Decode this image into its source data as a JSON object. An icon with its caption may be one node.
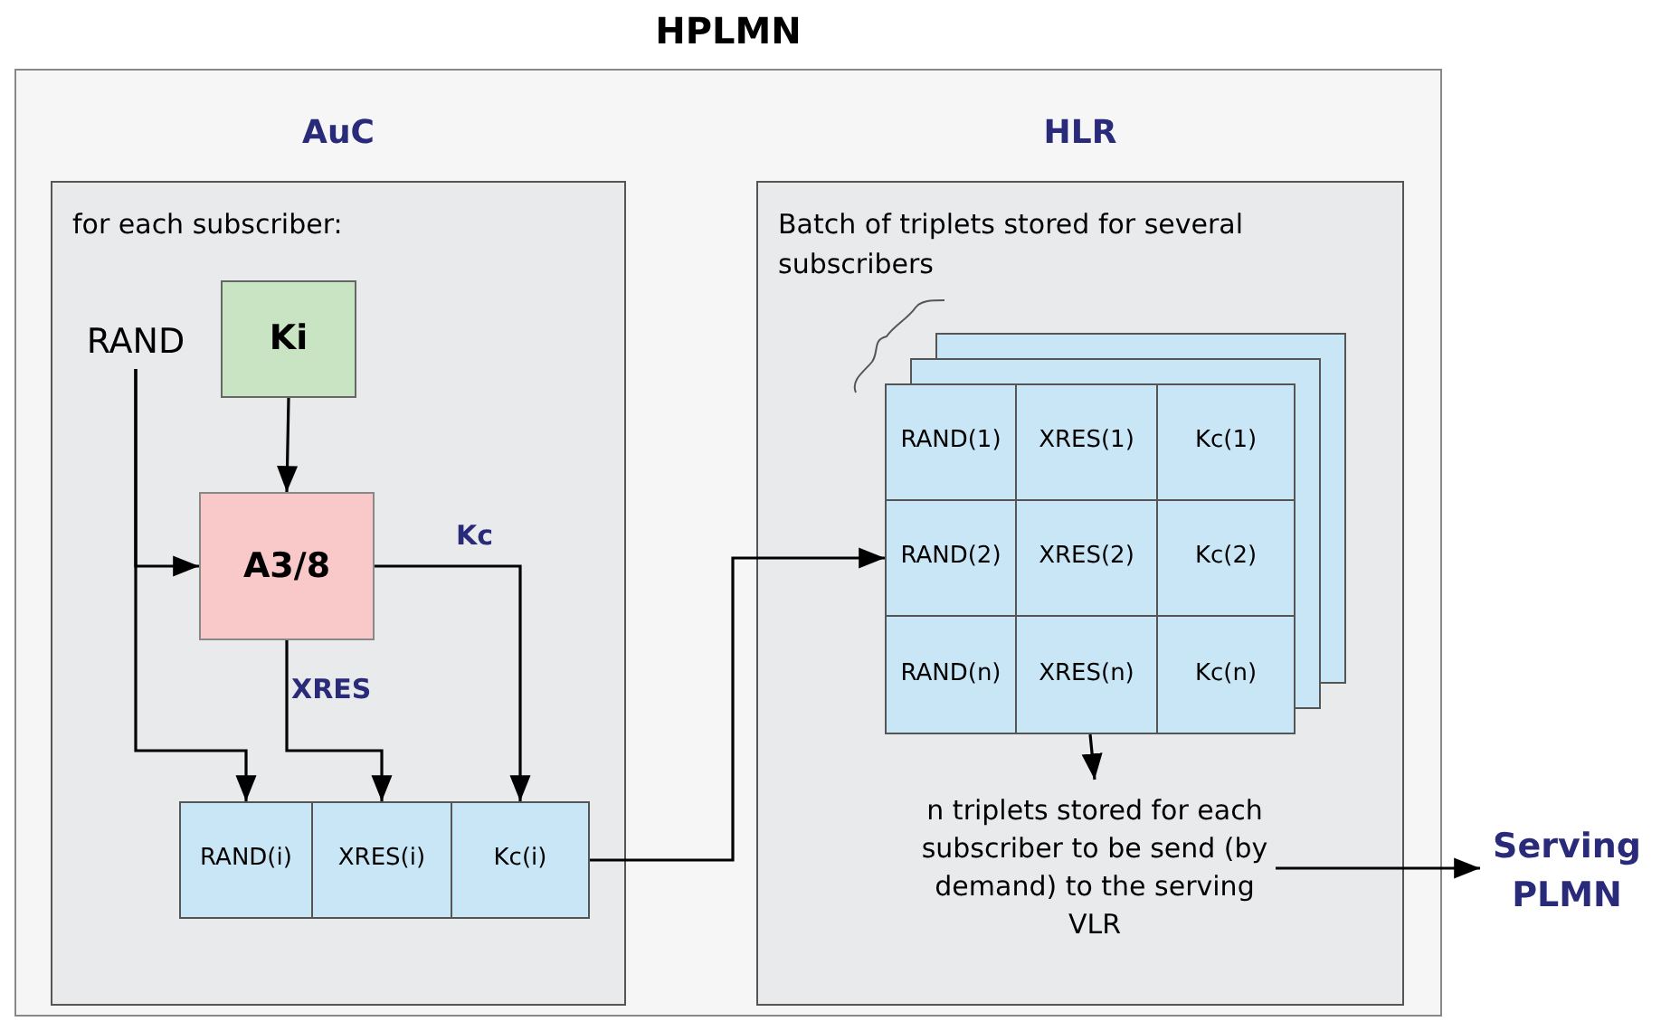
{
  "diagram": {
    "nodes": [
      {
        "text": [
          "HPLMN"
        ]
      },
      {
        "text": [
          "AuC",
          "for each subscriber:"
        ],
        "in": 0
      },
      {
        "text": [
          "Ki"
        ],
        "in": 1
      },
      {
        "text": [
          "RAND"
        ],
        "in": 1
      },
      {
        "text": [
          "A3/8"
        ],
        "in": 1
      },
      {
        "text": [
          "RAND(i)"
        ],
        "in": 1
      },
      {
        "text": [
          "XRES(i)"
        ],
        "in": 1
      },
      {
        "text": [
          "Kc(i)"
        ],
        "in": 1
      },
      {
        "text": [
          "HLR",
          "Batch of triplets stored for several subscribers"
        ],
        "in": 0
      },
      {
        "text": [],
        "shape": "box",
        "in": 8
      },
      {
        "text": [
          "RAND(1)"
        ],
        "in": 9
      },
      {
        "text": [
          "XRES(1)"
        ],
        "in": 9
      },
      {
        "text": [
          "Kc(1)"
        ],
        "in": 9
      },
      {
        "text": [
          "RAND(2)"
        ],
        "in": 9
      },
      {
        "text": [
          "XRES(2)"
        ],
        "in": 9
      },
      {
        "text": [
          "Kc(2)"
        ],
        "in": 9
      },
      {
        "text": [
          "RAND(n)"
        ],
        "in": 9
      },
      {
        "text": [
          "XRES(n)"
        ],
        "in": 9
      },
      {
        "text": [
          "Kc(n)"
        ],
        "in": 9
      },
      {
        "text": [
          "n triplets stored for each subscriber to be send (by demand) to the serving VLR"
        ],
        "in": 8
      },
      {
        "text": [
          "Serving PLMN"
        ]
      }
    ],
    "edges": [
      {
        "from": 3,
        "to": 4,
        "arrow": "to"
      },
      {
        "from": 3,
        "to": 5,
        "arrow": "to"
      },
      {
        "from": 2,
        "to": 4,
        "arrow": "to"
      },
      {
        "from": 4,
        "to": 6,
        "arrow": "to",
        "label": "XRES"
      },
      {
        "from": 4,
        "to": 7,
        "arrow": "to",
        "label": "Kc"
      },
      {
        "from": 7,
        "to": 13,
        "arrow": "to"
      },
      {
        "from": 9,
        "to": 19,
        "arrow": "to"
      },
      {
        "from": 19,
        "to": 20,
        "arrow": "to"
      }
    ]
  }
}
